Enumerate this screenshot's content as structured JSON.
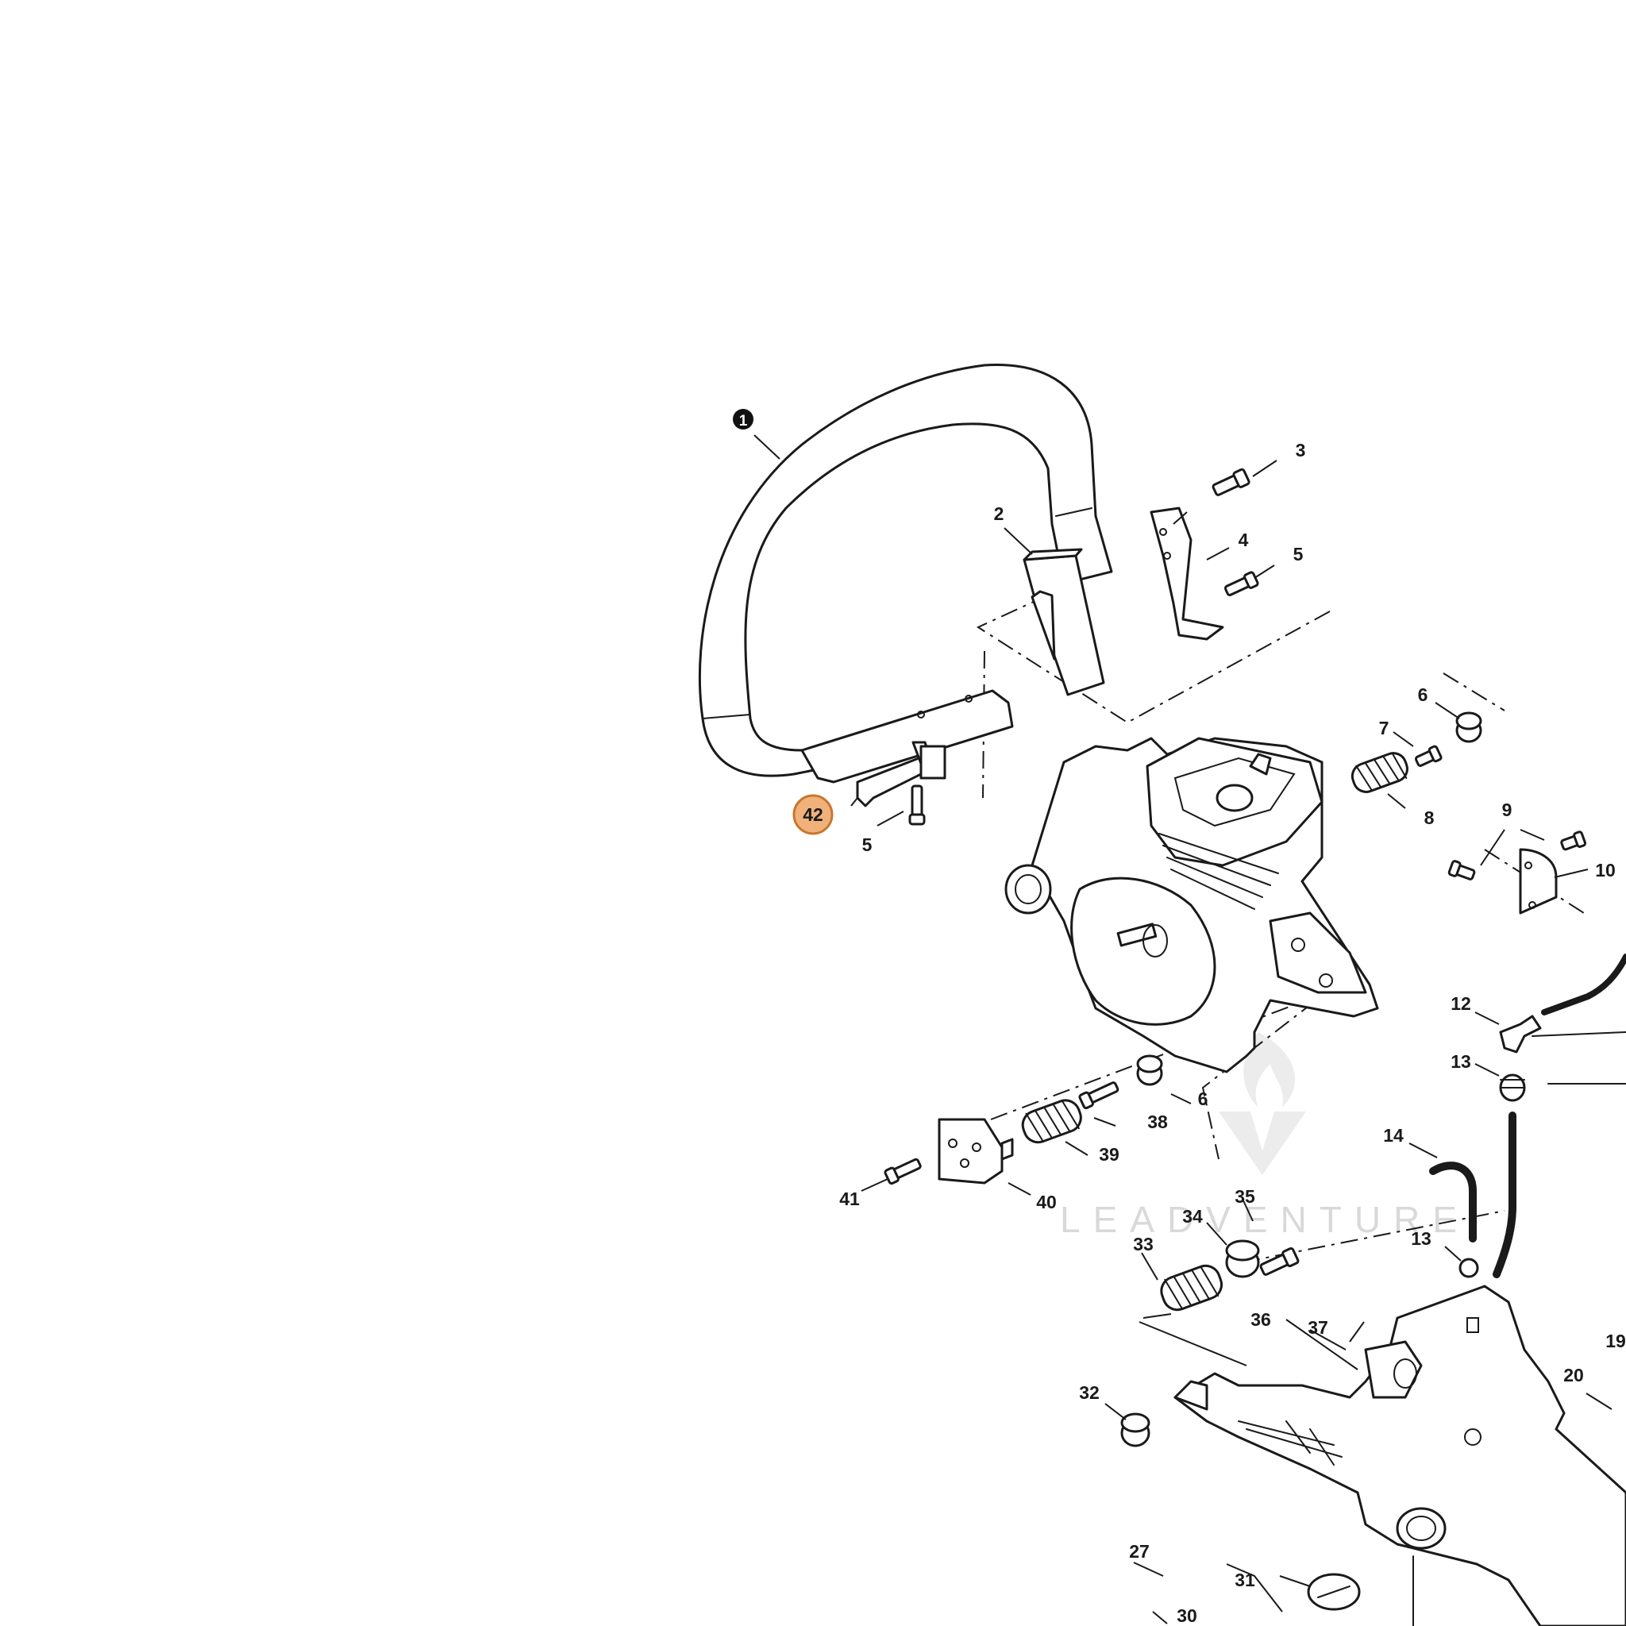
{
  "callouts": [
    {
      "id": "1",
      "style": "filled"
    },
    {
      "id": "2"
    },
    {
      "id": "3"
    },
    {
      "id": "4"
    },
    {
      "id": "5a",
      "text": "5"
    },
    {
      "id": "5b",
      "text": "5"
    },
    {
      "id": "6a",
      "text": "6"
    },
    {
      "id": "6b",
      "text": "6"
    },
    {
      "id": "7"
    },
    {
      "id": "8"
    },
    {
      "id": "9"
    },
    {
      "id": "10"
    },
    {
      "id": "12"
    },
    {
      "id": "13a",
      "text": "13"
    },
    {
      "id": "13b",
      "text": "13"
    },
    {
      "id": "14"
    },
    {
      "id": "19"
    },
    {
      "id": "20"
    },
    {
      "id": "27"
    },
    {
      "id": "30"
    },
    {
      "id": "31"
    },
    {
      "id": "32"
    },
    {
      "id": "33"
    },
    {
      "id": "34"
    },
    {
      "id": "35"
    },
    {
      "id": "36"
    },
    {
      "id": "37"
    },
    {
      "id": "38"
    },
    {
      "id": "39"
    },
    {
      "id": "40"
    },
    {
      "id": "41"
    },
    {
      "id": "42",
      "style": "highlighted"
    }
  ],
  "labels": {
    "l1": "1",
    "l2": "2",
    "l3": "3",
    "l4": "4",
    "l5a": "5",
    "l5b": "5",
    "l6a": "6",
    "l6b": "6",
    "l7": "7",
    "l8": "8",
    "l9": "9",
    "l10": "10",
    "l12": "12",
    "l13a": "13",
    "l13b": "13",
    "l14": "14",
    "l19": "19",
    "l20": "20",
    "l27": "27",
    "l30": "30",
    "l31": "31",
    "l32": "32",
    "l33": "33",
    "l34": "34",
    "l35": "35",
    "l36": "36",
    "l37": "37",
    "l38": "38",
    "l39": "39",
    "l40": "40",
    "l41": "41",
    "l42": "42"
  },
  "highlight_color": "#f0b27a",
  "highlight_stroke": "#c8772f",
  "watermark": "LEADVENTURE"
}
